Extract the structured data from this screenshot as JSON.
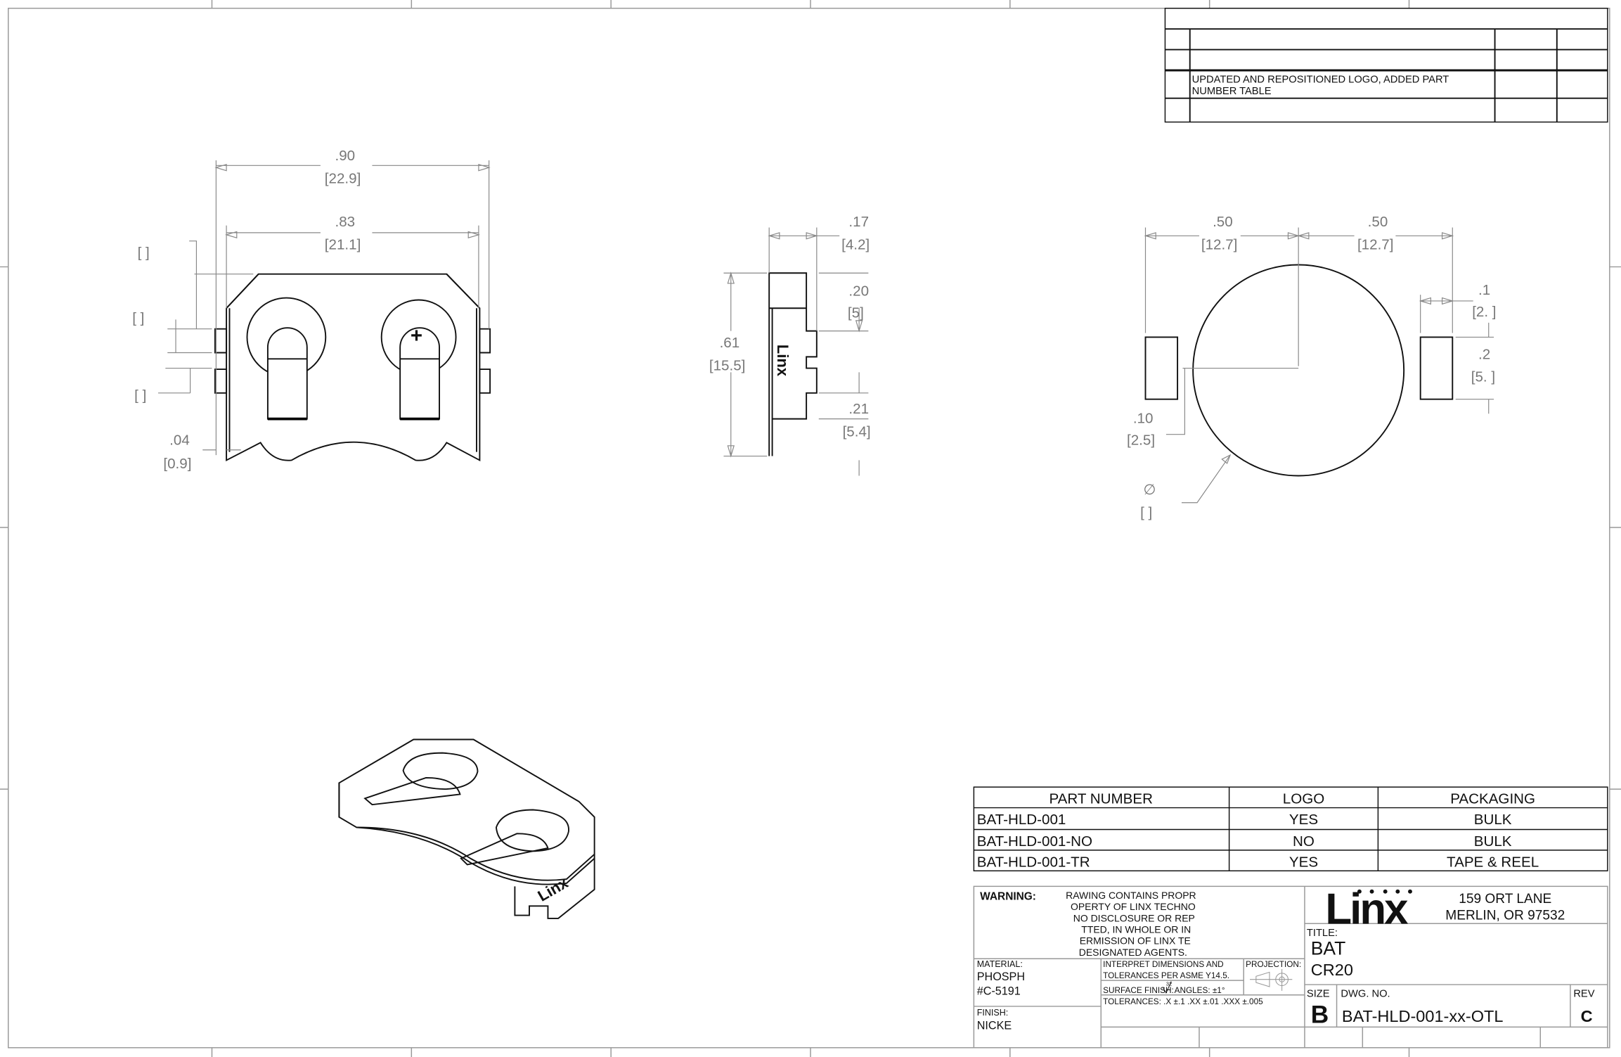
{
  "revision_table": {
    "rows": [
      {
        "description": ""
      },
      {
        "description": ""
      },
      {
        "description_line1": "UPDATED AND REPOSITIONED LOGO, ADDED PART",
        "description_line2": "NUMBER TABLE"
      },
      {
        "description": ""
      }
    ]
  },
  "front_view": {
    "overall_width": ".90",
    "overall_width_mm": "[22.9]",
    "body_width": ".83",
    "body_width_mm": "[21.1]",
    "tab_offset": ".04",
    "tab_offset_mm": "[0.9]",
    "blank_dim_1": "[      ]",
    "blank_dim_2": "[  ]",
    "blank_dim_3": "[      ]",
    "plus_symbol": "+"
  },
  "side_view": {
    "thickness": ".17",
    "thickness_mm": "[4.2]",
    "height": ".61",
    "height_mm": "[15.5]",
    "tab_top": ".20",
    "tab_top_mm": "[5]",
    "tab_bottom": ".21",
    "tab_bottom_mm": "[5.4]",
    "logo_text": "Linx"
  },
  "footprint_view": {
    "left_half": ".50",
    "left_half_mm": "[12.7]",
    "right_half": ".50",
    "right_half_mm": "[12.7]",
    "pad_width": ".1",
    "pad_width_mm": "[2.  ]",
    "pad_height": ".2",
    "pad_height_mm": "[5.  ]",
    "pad_offset": ".10",
    "pad_offset_mm": "[2.5]",
    "diameter_symbol": "∅",
    "diameter_mm": "[      ]"
  },
  "part_table": {
    "headers": [
      "PART NUMBER",
      "LOGO",
      "PACKAGING"
    ],
    "rows": [
      [
        "BAT-HLD-001",
        "YES",
        "BULK"
      ],
      [
        "BAT-HLD-001-NO",
        "NO",
        "BULK"
      ],
      [
        "BAT-HLD-001-TR",
        "YES",
        "TAPE & REEL"
      ]
    ]
  },
  "title_block": {
    "warning_label": "WARNING:",
    "warning_lines": [
      "RAWING CONTAINS PROPR",
      "OPERTY OF LINX TECHNO",
      "NO DISCLOSURE OR REP",
      "TTED, IN WHOLE OR IN",
      "ERMISSION OF LINX TE",
      "DESIGNATED AGENTS."
    ],
    "material_label": "MATERIAL:",
    "material_line1": "PHOSPH",
    "material_line2": "#C-5191",
    "interpret_line1": "INTERPRET DIMENSIONS AND",
    "interpret_line2": "TOLERANCES PER ASME Y14.5.",
    "projection_label": "PROJECTION:",
    "surface_finish": "SURFACE FINISH:",
    "surface_value": "32",
    "angles": "ANGLES: ±1°",
    "tolerances": "TOLERANCES:  .X ±.1   .XX ±.01   .XXX ±.005",
    "finish_label": "FINISH:",
    "finish_value": "NICKE",
    "logo_text": "Linx",
    "address_line1": "159 ORT LANE",
    "address_line2": "MERLIN, OR  97532",
    "title_label": "TITLE:",
    "title_line1": "BAT",
    "title_line2": "CR20",
    "size_label": "SIZE",
    "size_value": "B",
    "dwg_label": "DWG. NO.",
    "dwg_value": "BAT-HLD-001-xx-OTL",
    "rev_label": "REV",
    "rev_value": "C"
  }
}
